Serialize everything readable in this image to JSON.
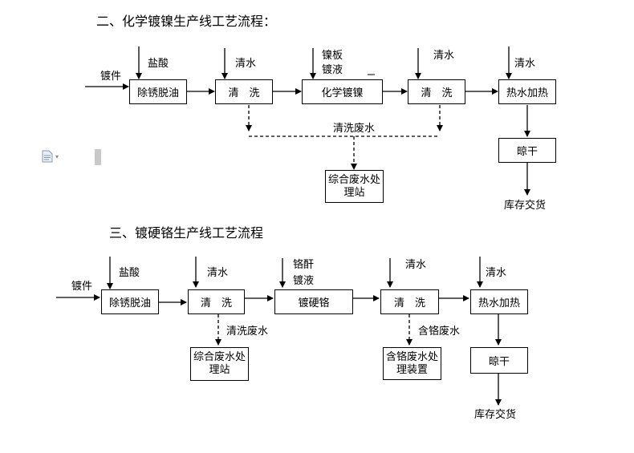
{
  "section1": {
    "title": "二、化学镀镍生产线工艺流程：",
    "input": "镀件",
    "steps": [
      "除锈脱油",
      "清　洗",
      "化学镀镍",
      "清　洗",
      "热水加热",
      "晾干"
    ],
    "inputs_top": [
      "盐酸",
      "清水",
      "镍板",
      "镀液",
      "清水",
      "清水"
    ],
    "waste_label": "清洗废水",
    "treatment": [
      "综合废水处",
      "理站"
    ],
    "output": "库存交货"
  },
  "section2": {
    "title": "三、镀硬铬生产线工艺流程",
    "input": "镀件",
    "steps": [
      "除锈脱油",
      "清　洗",
      "镀硬铬",
      "清　洗",
      "热水加热",
      "晾干"
    ],
    "inputs_top": [
      "盐酸",
      "清水",
      "铬酐",
      "镀液",
      "清水",
      "清水"
    ],
    "waste_label_1": "清洗废水",
    "waste_label_2": "含铬废水",
    "treatment_1": [
      "综合废水处",
      "理站"
    ],
    "treatment_2": [
      "含铬废水处",
      "理装置"
    ],
    "output": "库存交货"
  },
  "icons": [
    "document-icon"
  ]
}
